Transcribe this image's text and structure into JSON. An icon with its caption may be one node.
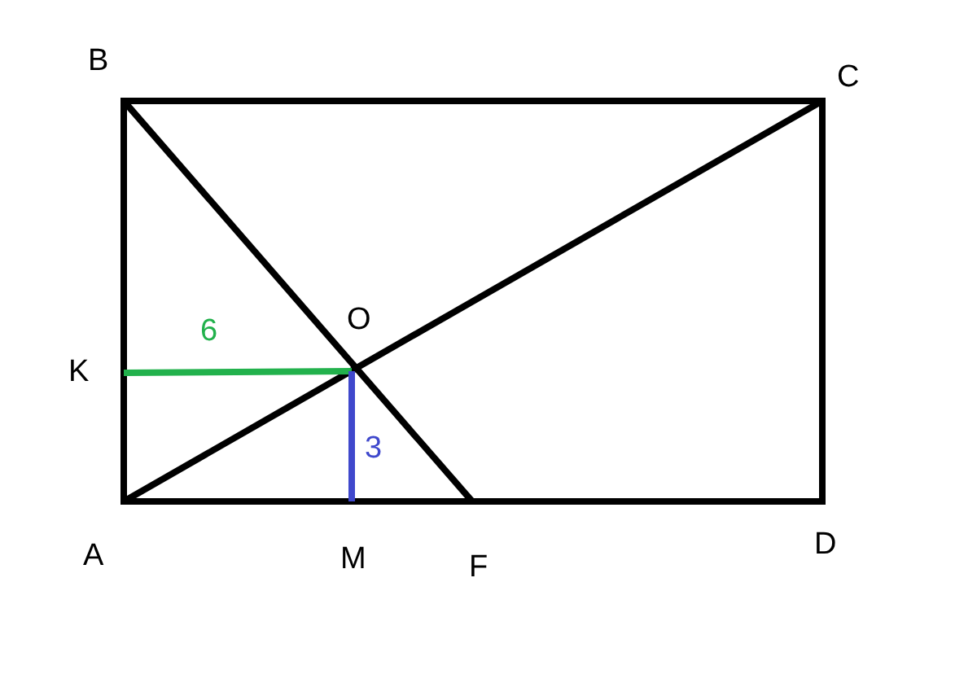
{
  "diagram": {
    "labels": [
      "B",
      "C",
      "O",
      "6",
      "K",
      "3",
      "A",
      "M",
      "F",
      "D"
    ]
  }
}
